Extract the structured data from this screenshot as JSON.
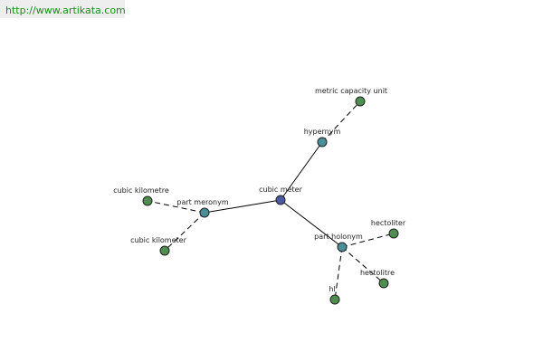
{
  "header": {
    "url": "http://www.artikata.com"
  },
  "colors": {
    "center": "#4a5aa0",
    "relation": "#4a8e98",
    "leaf": "#4e8e4e",
    "header_bg": "#eeeeee",
    "link": "#1a8a1a"
  },
  "graph": {
    "nodes": [
      {
        "id": "cubic-meter",
        "label": "cubic meter",
        "kind": "center"
      },
      {
        "id": "hypernym",
        "label": "hypernym",
        "kind": "relation"
      },
      {
        "id": "metric-capacity-unit",
        "label": "metric capacity unit",
        "kind": "leaf"
      },
      {
        "id": "part-meronym",
        "label": "part meronym",
        "kind": "relation"
      },
      {
        "id": "cubic-kilometre",
        "label": "cubic kilometre",
        "kind": "leaf"
      },
      {
        "id": "cubic-kilometer",
        "label": "cubic kilometer",
        "kind": "leaf"
      },
      {
        "id": "part-holonym",
        "label": "part holonym",
        "kind": "relation"
      },
      {
        "id": "hectoliter",
        "label": "hectoliter",
        "kind": "leaf"
      },
      {
        "id": "hectolitre",
        "label": "hectolitre",
        "kind": "leaf"
      },
      {
        "id": "hl",
        "label": "hl",
        "kind": "leaf"
      }
    ],
    "edges": [
      {
        "from": "cubic-meter",
        "to": "hypernym",
        "style": "solid"
      },
      {
        "from": "hypernym",
        "to": "metric-capacity-unit",
        "style": "dashed"
      },
      {
        "from": "cubic-meter",
        "to": "part-meronym",
        "style": "solid"
      },
      {
        "from": "part-meronym",
        "to": "cubic-kilometre",
        "style": "dashed"
      },
      {
        "from": "part-meronym",
        "to": "cubic-kilometer",
        "style": "dashed"
      },
      {
        "from": "cubic-meter",
        "to": "part-holonym",
        "style": "solid"
      },
      {
        "from": "part-holonym",
        "to": "hectoliter",
        "style": "dashed"
      },
      {
        "from": "part-holonym",
        "to": "hectolitre",
        "style": "dashed"
      },
      {
        "from": "part-holonym",
        "to": "hl",
        "style": "dashed"
      }
    ]
  }
}
